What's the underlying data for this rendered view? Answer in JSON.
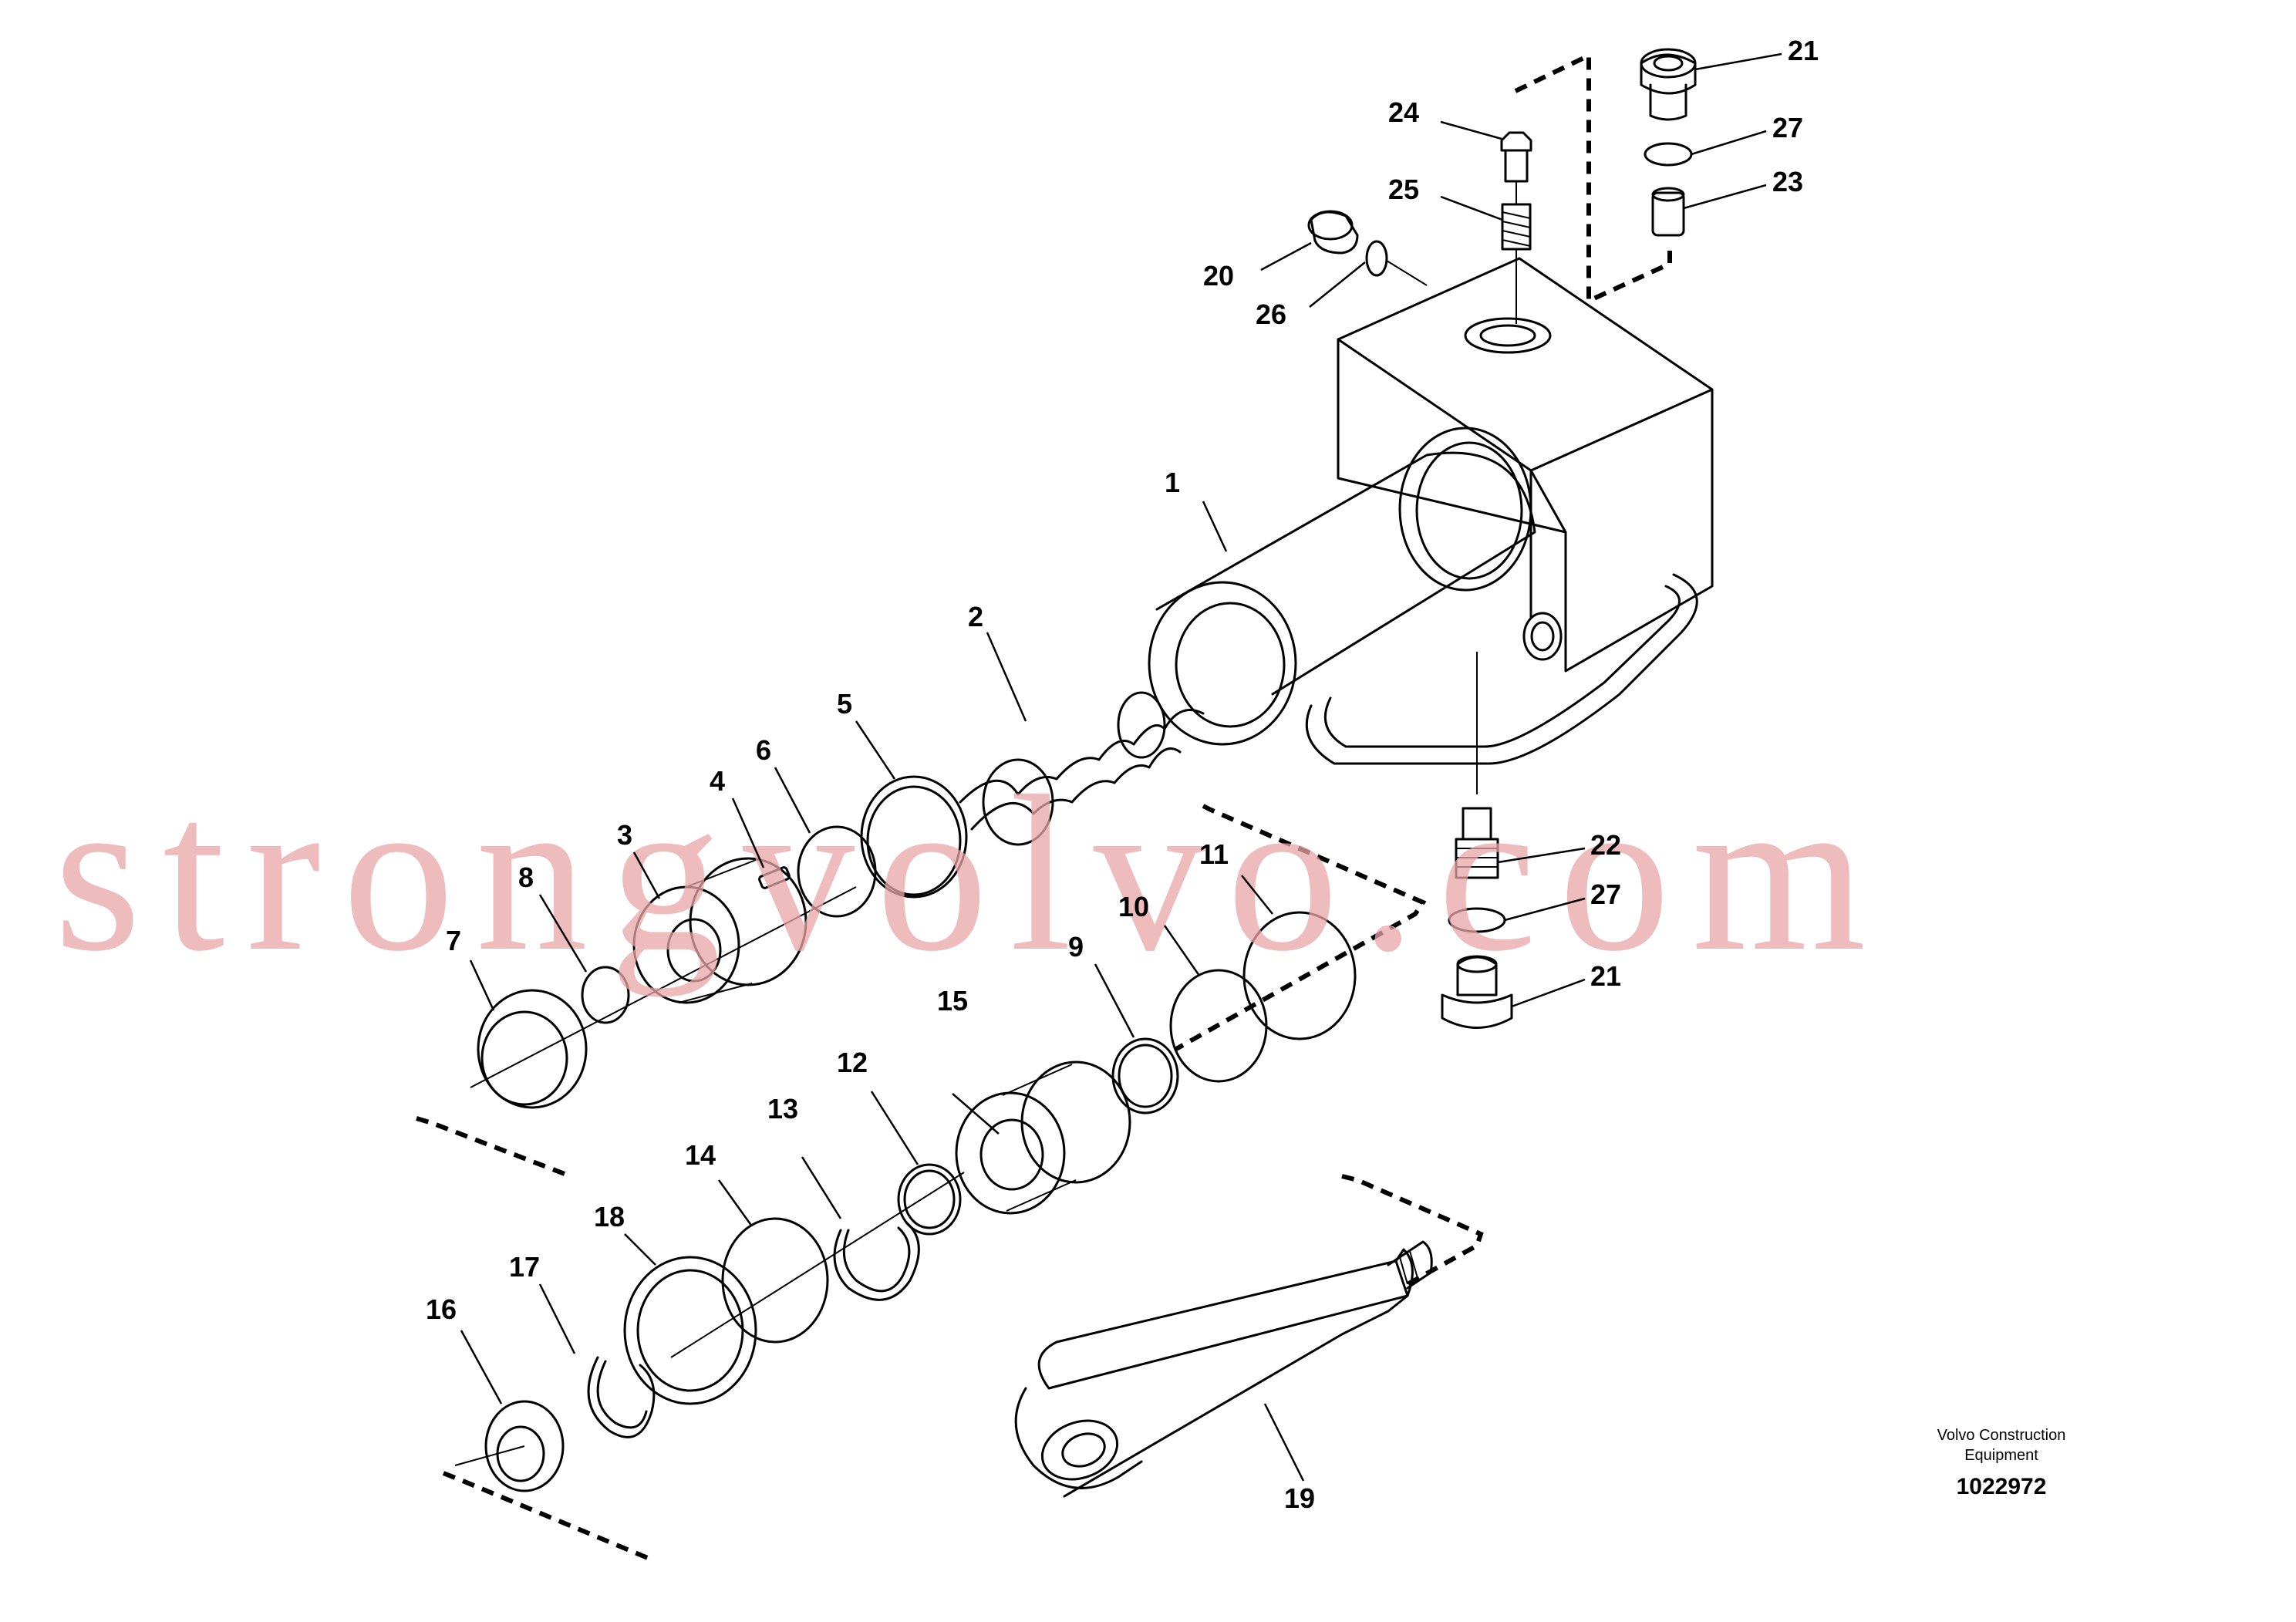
{
  "watermark": "strongvolvo.com",
  "manufacturer": {
    "line1": "Volvo Construction",
    "line2": "Equipment"
  },
  "document_number": "1022972",
  "callouts": {
    "c1": "1",
    "c2": "2",
    "c3": "3",
    "c4": "4",
    "c5": "5",
    "c6": "6",
    "c7": "7",
    "c8": "8",
    "c9": "9",
    "c10": "10",
    "c11": "11",
    "c12": "12",
    "c13": "13",
    "c14": "14",
    "c15": "15",
    "c16": "16",
    "c17": "17",
    "c18": "18",
    "c19": "19",
    "c20": "20",
    "c21a": "21",
    "c21b": "21",
    "c22": "22",
    "c23": "23",
    "c24": "24",
    "c25": "25",
    "c26": "26",
    "c27a": "27",
    "c27b": "27"
  }
}
